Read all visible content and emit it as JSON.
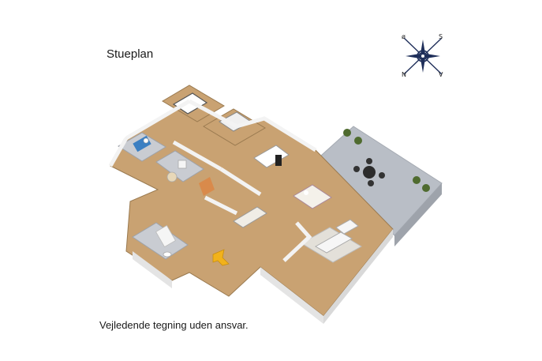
{
  "title": "Stueplan",
  "disclaimer": "Vejledende tegning uden ansvar.",
  "compass": {
    "labels": {
      "nw": "ø",
      "ne": "S",
      "sw": "N",
      "se": "V"
    }
  },
  "colors": {
    "floor_wood": "#c9a272",
    "floor_tile": "#c9ccd2",
    "wall_top": "#f3f3f3",
    "wall_side": "#d9d9d9",
    "terrace": "#b9bec6",
    "accent_door": "#d98a4b",
    "arrow": "#f2b21b",
    "compass": "#1f2f5a"
  }
}
